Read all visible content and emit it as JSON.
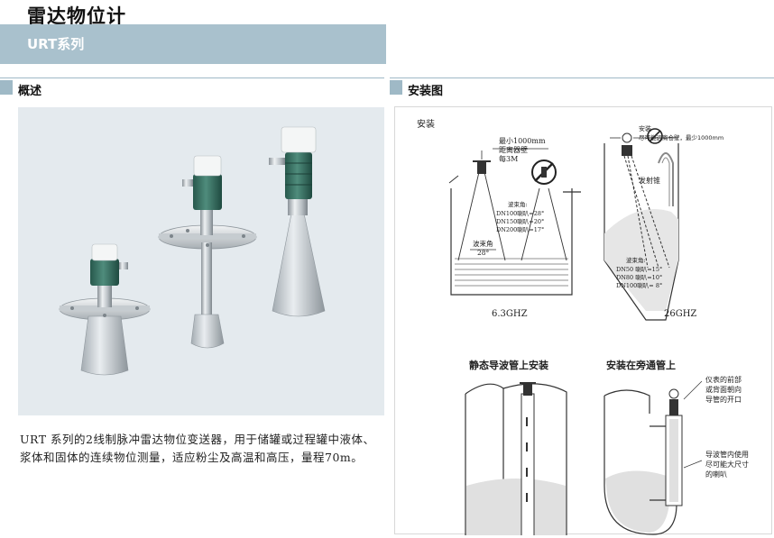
{
  "header": {
    "title": "雷达物位计",
    "series": "URT系列"
  },
  "sections": {
    "overview": "概述",
    "installation": "安装图"
  },
  "description": "URT 系列的2线制脉冲雷达物位变送器，用于储罐或过程罐中液体、浆体和固体的连续物位测量，适应粉尘及高温和高压，量程70m。",
  "diagram": {
    "panel_label": "安装",
    "left": {
      "note_lines": [
        "最小1000mm",
        "距离器壁",
        "每3M"
      ],
      "beam_lines": [
        "波束角:",
        "DN100喇叭=28°",
        "DN150喇叭=20°",
        "DN200喇叭=17°"
      ],
      "beam_angle_label": "波束角",
      "beam_angle_value": "28°",
      "caption": "6.3GHZ"
    },
    "right": {
      "install_label": "安装",
      "install_note": "尽可能远离仓壁，最少1000mm",
      "emit_cone": "发射锥",
      "beam_lines": [
        "波束角:",
        "DN50 喇叭=15°",
        "DN80 喇叭=10°",
        "DN100喇叭= 8°"
      ],
      "caption": "26GHZ"
    },
    "still_pipe_title": "静态导波管上安装",
    "bypass_title": "安装在旁通管上",
    "bypass_note_top": [
      "仪表的前部",
      "或背面朝向",
      "导管的开口"
    ],
    "bypass_note_bottom": [
      "导波管内使用",
      "尽可能大尺寸",
      "的喇叭"
    ]
  }
}
